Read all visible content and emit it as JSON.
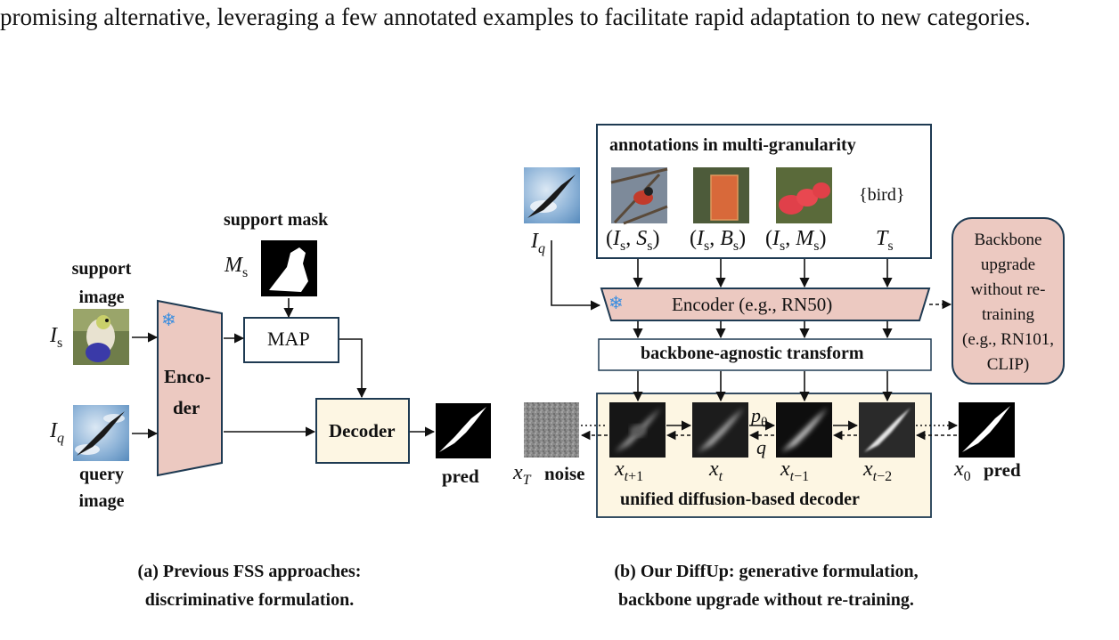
{
  "intro_text": "promising alternative, leveraging a few annotated examples to facilitate rapid adaptation to new categories.",
  "panel_a": {
    "support_image_label": "support image",
    "query_image_label": "query image",
    "support_mask_label": "support mask",
    "encoder_label_1": "Enco-",
    "encoder_label_2": "der",
    "map_label": "MAP",
    "decoder_label": "Decoder",
    "pred_label": "pred",
    "caption_line1": "(a)  Previous FSS approaches:",
    "caption_line2": "discriminative formulation."
  },
  "panel_b": {
    "annotations_title": "annotations in multi-granularity",
    "text_prompt": "{bird}",
    "encoder_label": "Encoder (e.g., RN50)",
    "transform_label": "backbone-agnostic transform",
    "upgrade_label_lines": [
      "Backbone",
      "upgrade",
      "without re-",
      "training",
      "(e.g., RN101,",
      "CLIP)"
    ],
    "noise_label": "noise",
    "pred_label": "pred",
    "decoder_label": "unified diffusion-based decoder",
    "caption_line1": "(b) Our DiffUp: generative formulation,",
    "caption_line2": "backbone upgrade without re-training."
  },
  "colors": {
    "encoder_fill": "#ecc9c1",
    "decoder_fill": "#fdf6e3",
    "box_stroke": "#1e3a52",
    "snowflake": "#3a8ee0"
  },
  "icons": [
    "snowflake-icon",
    "bird-silhouette-icon"
  ]
}
